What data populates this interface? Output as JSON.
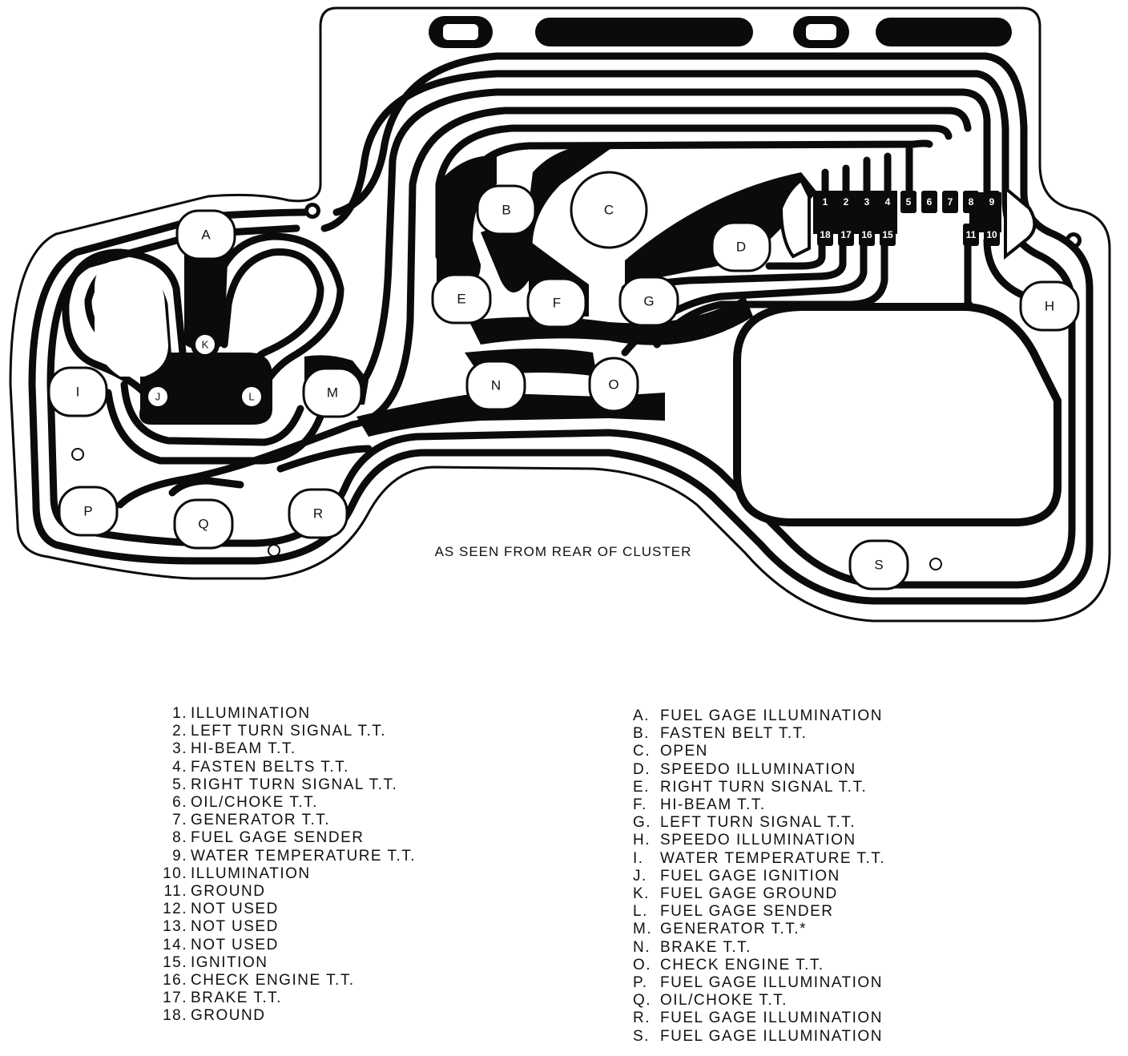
{
  "caption": "AS SEEN FROM REAR OF CLUSTER",
  "colors": {
    "trace": "#0b0b0b",
    "board": "#ffffff"
  },
  "sockets": [
    {
      "id": "A"
    },
    {
      "id": "B"
    },
    {
      "id": "C"
    },
    {
      "id": "D"
    },
    {
      "id": "E"
    },
    {
      "id": "F"
    },
    {
      "id": "G"
    },
    {
      "id": "H"
    },
    {
      "id": "I"
    },
    {
      "id": "J"
    },
    {
      "id": "K"
    },
    {
      "id": "L"
    },
    {
      "id": "M"
    },
    {
      "id": "N"
    },
    {
      "id": "O"
    },
    {
      "id": "P"
    },
    {
      "id": "Q"
    },
    {
      "id": "R"
    },
    {
      "id": "S"
    }
  ],
  "connector": {
    "top_row": [
      "1",
      "2",
      "3",
      "4",
      "5",
      "6",
      "7",
      "8",
      "9"
    ],
    "bottom_row_left": [
      "18",
      "17",
      "16",
      "15"
    ],
    "bottom_row_right": [
      "11",
      "10"
    ]
  },
  "pin_legend": [
    {
      "key": "1.",
      "text": "ILLUMINATION"
    },
    {
      "key": "2.",
      "text": "LEFT TURN SIGNAL T.T."
    },
    {
      "key": "3.",
      "text": "HI-BEAM T.T."
    },
    {
      "key": "4.",
      "text": "FASTEN BELTS T.T."
    },
    {
      "key": "5.",
      "text": "RIGHT TURN SIGNAL T.T."
    },
    {
      "key": "6.",
      "text": "OIL/CHOKE T.T."
    },
    {
      "key": "7.",
      "text": "GENERATOR T.T."
    },
    {
      "key": "8.",
      "text": "FUEL GAGE SENDER"
    },
    {
      "key": "9.",
      "text": "WATER TEMPERATURE T.T."
    },
    {
      "key": "10.",
      "text": "ILLUMINATION"
    },
    {
      "key": "11.",
      "text": "GROUND"
    },
    {
      "key": "12.",
      "text": "NOT USED"
    },
    {
      "key": "13.",
      "text": "NOT USED"
    },
    {
      "key": "14.",
      "text": "NOT USED"
    },
    {
      "key": "15.",
      "text": "IGNITION"
    },
    {
      "key": "16.",
      "text": "CHECK ENGINE T.T."
    },
    {
      "key": "17.",
      "text": "BRAKE T.T."
    },
    {
      "key": "18.",
      "text": "GROUND"
    }
  ],
  "socket_legend": [
    {
      "key": "A.",
      "text": "FUEL GAGE ILLUMINATION"
    },
    {
      "key": "B.",
      "text": "FASTEN BELT T.T."
    },
    {
      "key": "C.",
      "text": "OPEN"
    },
    {
      "key": "D.",
      "text": "SPEEDO ILLUMINATION"
    },
    {
      "key": "E.",
      "text": "RIGHT TURN SIGNAL T.T."
    },
    {
      "key": "F.",
      "text": "HI-BEAM T.T."
    },
    {
      "key": "G.",
      "text": "LEFT TURN SIGNAL T.T."
    },
    {
      "key": "H.",
      "text": "SPEEDO ILLUMINATION"
    },
    {
      "key": "I.",
      "text": "WATER TEMPERATURE T.T."
    },
    {
      "key": "J.",
      "text": "FUEL GAGE IGNITION"
    },
    {
      "key": "K.",
      "text": "FUEL GAGE GROUND"
    },
    {
      "key": "L.",
      "text": "FUEL GAGE SENDER"
    },
    {
      "key": "M.",
      "text": "GENERATOR T.T.*"
    },
    {
      "key": "N.",
      "text": "BRAKE T.T."
    },
    {
      "key": "O.",
      "text": "CHECK ENGINE T.T."
    },
    {
      "key": "P.",
      "text": "FUEL GAGE ILLUMINATION"
    },
    {
      "key": "Q.",
      "text": "OIL/CHOKE T.T."
    },
    {
      "key": "R.",
      "text": "FUEL GAGE ILLUMINATION"
    },
    {
      "key": "S.",
      "text": "FUEL GAGE ILLUMINATION"
    }
  ]
}
